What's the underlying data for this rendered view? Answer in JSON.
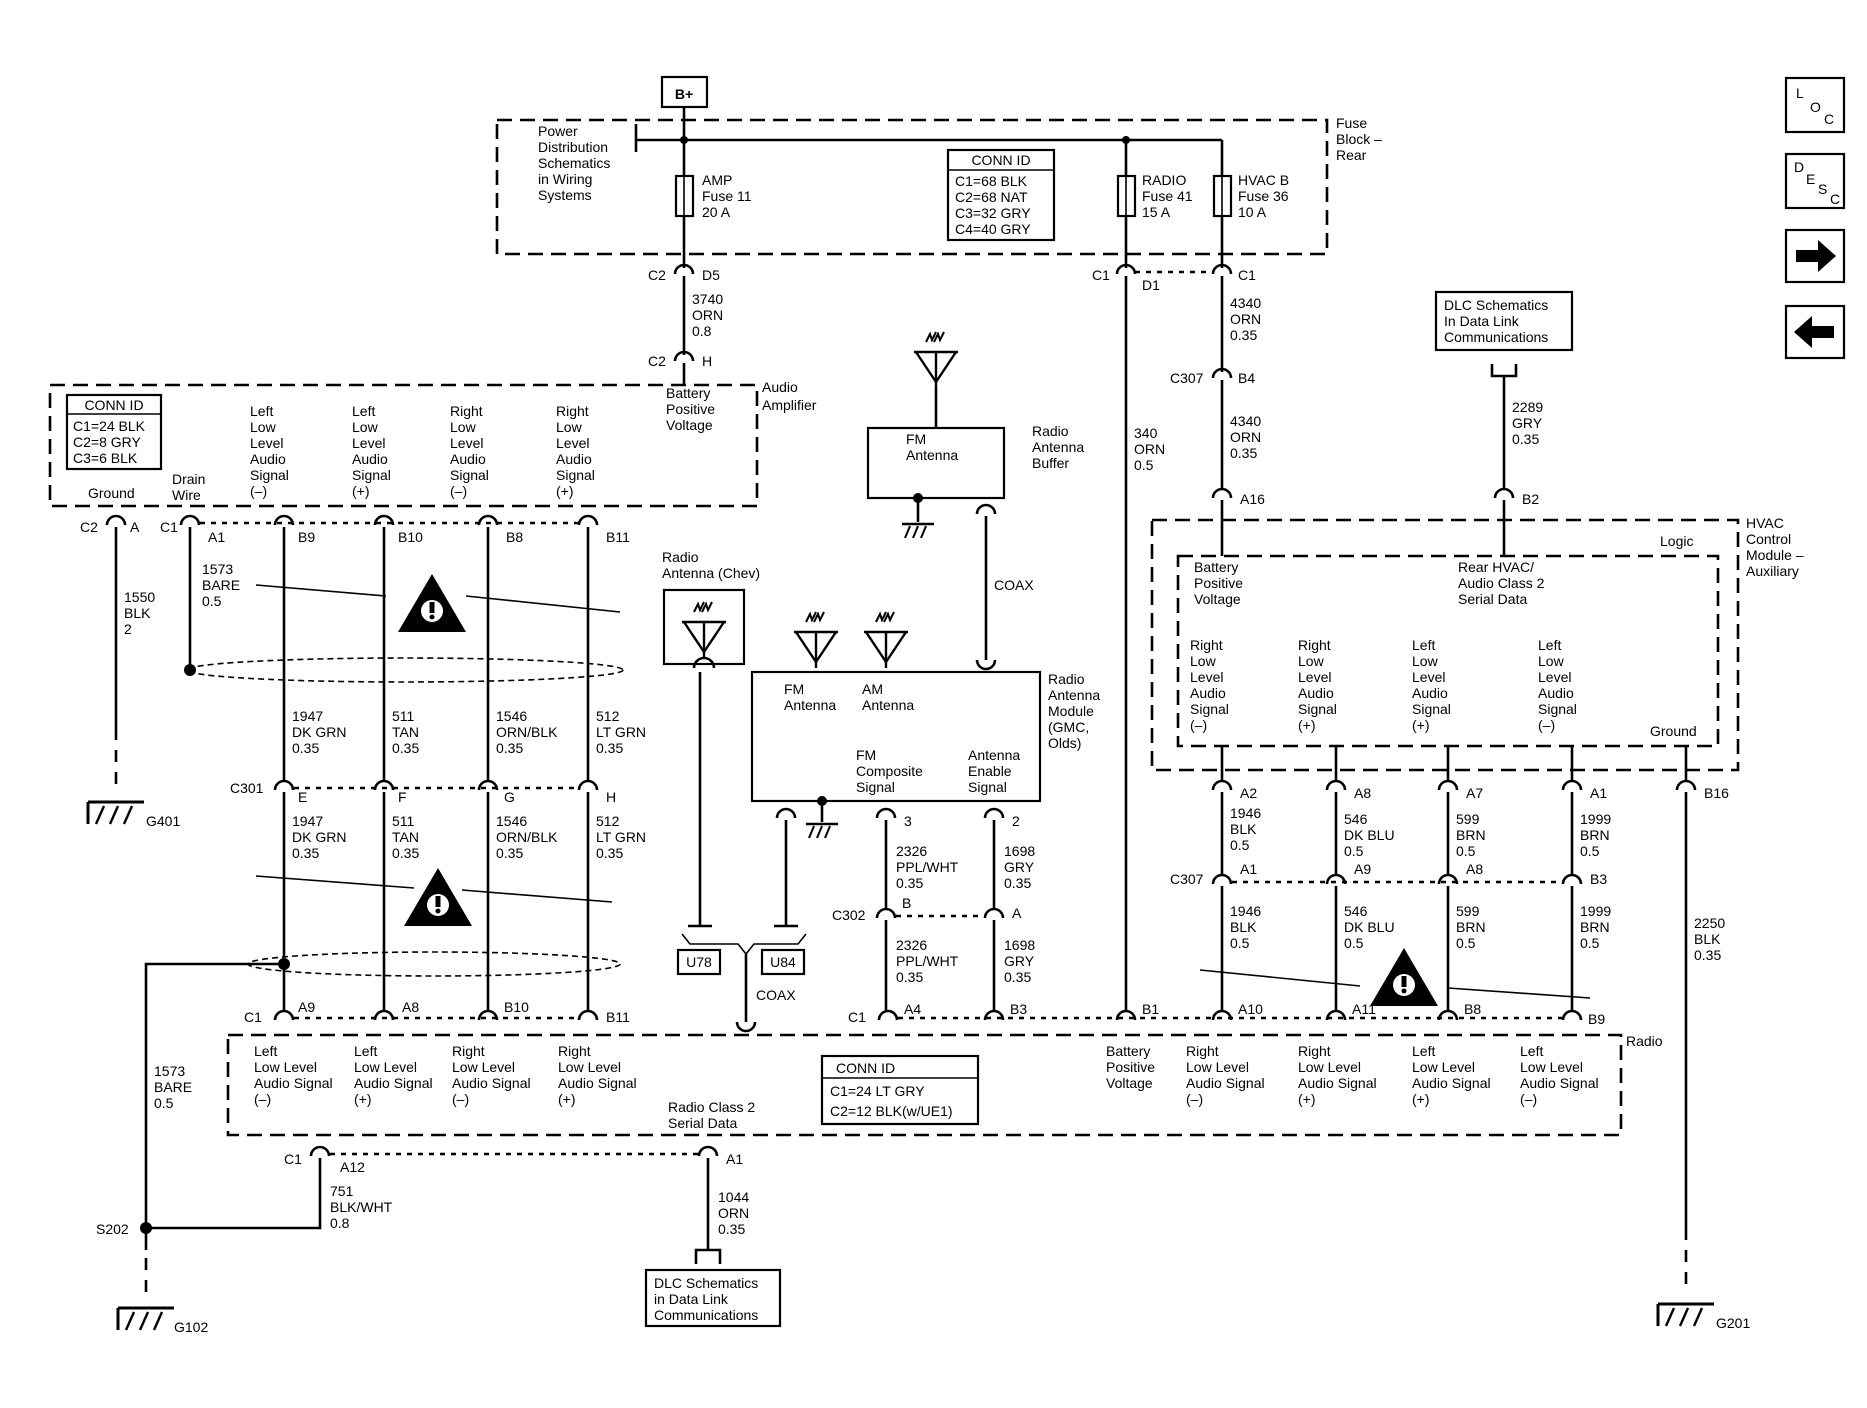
{
  "power": {
    "bplus": "B+",
    "pd_ref": [
      "Power",
      "Distribution",
      "Schematics",
      "in Wiring",
      "Systems"
    ],
    "fuse_block": [
      "Fuse",
      "Block –",
      "Rear"
    ],
    "conn_id_title": "CONN ID",
    "conn_ids": [
      "C1=68 BLK",
      "C2=68 NAT",
      "C3=32 GRY",
      "C4=40 GRY"
    ],
    "fuses": [
      {
        "lines": [
          "AMP",
          "Fuse 11",
          "20 A"
        ]
      },
      {
        "lines": [
          "RADIO",
          "Fuse 41",
          "15 A"
        ]
      },
      {
        "lines": [
          "HVAC B",
          "Fuse 36",
          "10 A"
        ]
      }
    ]
  },
  "amp": {
    "name": [
      "Audio",
      "Amplifier"
    ],
    "conn_id_title": "CONN ID",
    "conn_ids": [
      "C1=24 BLK",
      "C2=8 GRY",
      "C3=6 BLK"
    ],
    "battery": [
      "Battery",
      "Positive",
      "Voltage"
    ],
    "ground": "Ground",
    "drain": [
      "Drain",
      "Wire"
    ],
    "signals": [
      [
        "Left",
        "Low",
        "Level",
        "Audio",
        "Signal",
        "(–)"
      ],
      [
        "Left",
        "Low",
        "Level",
        "Audio",
        "Signal",
        "(+)"
      ],
      [
        "Right",
        "Low",
        "Level",
        "Audio",
        "Signal",
        "(–)"
      ],
      [
        "Right",
        "Low",
        "Level",
        "Audio",
        "Signal",
        "(+)"
      ]
    ],
    "pins": [
      "A1",
      "B9",
      "B10",
      "B8",
      "B11"
    ],
    "c2": "C2",
    "c1": "C1",
    "pin_a": "A",
    "pin_h": "H",
    "pin_d5": "D5"
  },
  "wires": {
    "w3740": [
      "3740",
      "ORN",
      "0.8"
    ],
    "w1550": [
      "1550",
      "BLK",
      "2"
    ],
    "w1573": [
      "1573",
      "BARE",
      "0.5"
    ],
    "upper": [
      [
        "1947",
        "DK GRN",
        "0.35"
      ],
      [
        "511",
        "TAN",
        "0.35"
      ],
      [
        "1546",
        "ORN/BLK",
        "0.35"
      ],
      [
        "512",
        "LT GRN",
        "0.35"
      ]
    ],
    "c301": "C301",
    "c301_pins": [
      "E",
      "F",
      "G",
      "H"
    ],
    "lower": [
      [
        "1947",
        "DK GRN",
        "0.35"
      ],
      [
        "511",
        "TAN",
        "0.35"
      ],
      [
        "1546",
        "ORN/BLK",
        "0.35"
      ],
      [
        "512",
        "LT GRN",
        "0.35"
      ]
    ],
    "w1573b": [
      "1573",
      "BARE",
      "0.5"
    ],
    "w751": [
      "751",
      "BLK/WHT",
      "0.8"
    ],
    "w1044": [
      "1044",
      "ORN",
      "0.35"
    ],
    "w340": [
      "340",
      "ORN",
      "0.5"
    ],
    "w4340a": [
      "4340",
      "ORN",
      "0.35"
    ],
    "w4340b": [
      "4340",
      "ORN",
      "0.35"
    ],
    "w2289": [
      "2289",
      "GRY",
      "0.35"
    ],
    "w2326a": [
      "2326",
      "PPL/WHT",
      "0.35"
    ],
    "w2326b": [
      "2326",
      "PPL/WHT",
      "0.35"
    ],
    "w1698a": [
      "1698",
      "GRY",
      "0.35"
    ],
    "w1698b": [
      "1698",
      "GRY",
      "0.35"
    ],
    "w2250": [
      "2250",
      "BLK",
      "0.35"
    ],
    "hvac_upper": [
      [
        "1946",
        "BLK",
        "0.5"
      ],
      [
        "546",
        "DK BLU",
        "0.5"
      ],
      [
        "599",
        "BRN",
        "0.5"
      ],
      [
        "1999",
        "BRN",
        "0.5"
      ]
    ],
    "hvac_lower": [
      [
        "1946",
        "BLK",
        "0.5"
      ],
      [
        "546",
        "DK BLU",
        "0.5"
      ],
      [
        "599",
        "BRN",
        "0.5"
      ],
      [
        "1999",
        "BRN",
        "0.5"
      ]
    ],
    "c307": "C307",
    "b4": "B4",
    "c307_pins": [
      "A1",
      "A9",
      "A8",
      "B3"
    ]
  },
  "grounds": [
    "G401",
    "G102",
    "G201"
  ],
  "splice": "S202",
  "antenna": {
    "fm_ant": [
      "FM",
      "Antenna"
    ],
    "buffer": [
      "Radio",
      "Antenna",
      "Buffer"
    ],
    "coax": "COAX",
    "coax2": "COAX",
    "chev": [
      "Radio",
      "Antenna (Chev)"
    ],
    "module": [
      "Radio",
      "Antenna",
      "Module",
      "(GMC,",
      "Olds)"
    ],
    "mod_fm": [
      "FM",
      "Antenna"
    ],
    "mod_am": [
      "AM",
      "Antenna"
    ],
    "mod_comp": [
      "FM",
      "Composite",
      "Signal"
    ],
    "mod_enable": [
      "Antenna",
      "Enable",
      "Signal"
    ],
    "pin3": "3",
    "pin2": "2",
    "c302": "C302",
    "c302_b": "B",
    "c302_a": "A",
    "u78": "U78",
    "u84": "U84"
  },
  "hvac": {
    "name": [
      "HVAC",
      "Control",
      "Module –",
      "Auxiliary"
    ],
    "logic": "Logic",
    "battery": [
      "Battery",
      "Positive",
      "Voltage"
    ],
    "serial": [
      "Rear HVAC/",
      "Audio Class 2",
      "Serial Data"
    ],
    "signals": [
      [
        "Right",
        "Low",
        "Level",
        "Audio",
        "Signal",
        "(–)"
      ],
      [
        "Right",
        "Low",
        "Level",
        "Audio",
        "Signal",
        "(+)"
      ],
      [
        "Left",
        "Low",
        "Level",
        "Audio",
        "Signal",
        "(+)"
      ],
      [
        "Left",
        "Low",
        "Level",
        "Audio",
        "Signal",
        "(–)"
      ]
    ],
    "ground": "Ground",
    "pins_top": [
      "A16",
      "B2"
    ],
    "pins_bot": [
      "A2",
      "A8",
      "A7",
      "A1",
      "B16"
    ],
    "dlc": [
      "DLC Schematics",
      "In Data Link",
      "Communications"
    ]
  },
  "radio": {
    "name": "Radio",
    "conn_id_title": "CONN ID",
    "conn_ids": [
      "C1=24 LT GRY",
      "C2=12 BLK(w/UE1)"
    ],
    "left_signals": [
      [
        "Left",
        "Low Level",
        "Audio Signal",
        "(–)"
      ],
      [
        "Left",
        "Low Level",
        "Audio Signal",
        "(+)"
      ],
      [
        "Right",
        "Low Level",
        "Audio Signal",
        "(–)"
      ],
      [
        "Right",
        "Low Level",
        "Audio Signal",
        "(+)"
      ]
    ],
    "right_signals": [
      [
        "Right",
        "Low Level",
        "Audio Signal",
        "(–)"
      ],
      [
        "Right",
        "Low Level",
        "Audio Signal",
        "(+)"
      ],
      [
        "Left",
        "Low Level",
        "Audio Signal",
        "(+)"
      ],
      [
        "Left",
        "Low Level",
        "Audio Signal",
        "(–)"
      ]
    ],
    "battery": [
      "Battery",
      "Positive",
      "Voltage"
    ],
    "serial": [
      "Radio Class 2",
      "Serial Data"
    ],
    "c1": "C1",
    "top_pins": [
      "A9",
      "A8",
      "B10",
      "B11",
      "A4",
      "B3",
      "B1",
      "A10",
      "A11",
      "B8",
      "B9"
    ],
    "bottom_pins": [
      "A12",
      "A1"
    ],
    "dlc": [
      "DLC Schematics",
      "in Data Link",
      "Communications"
    ]
  },
  "nav": {
    "loc": [
      "L",
      "O",
      "C"
    ],
    "desc": [
      "D",
      "E",
      "S",
      "C"
    ]
  }
}
